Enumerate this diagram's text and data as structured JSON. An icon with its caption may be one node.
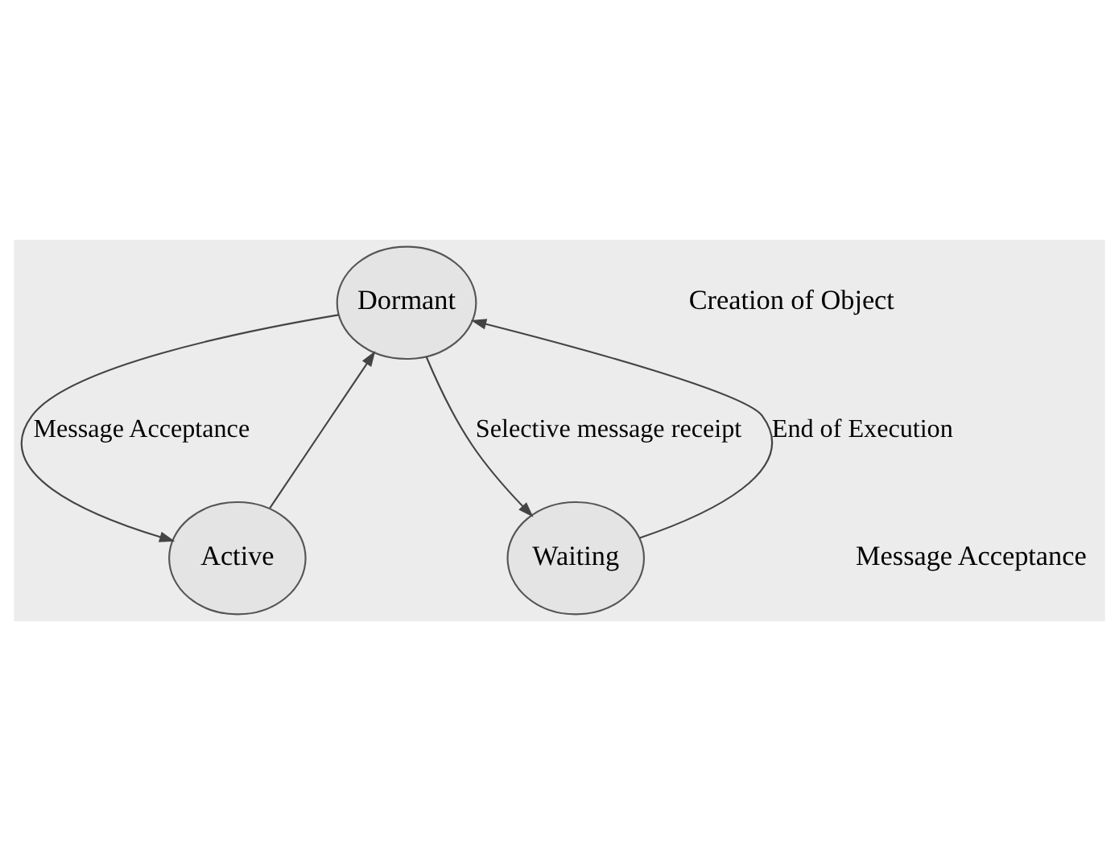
{
  "diagram": {
    "nodes": [
      {
        "text": [
          "Dormant"
        ]
      },
      {
        "text": [
          "Active"
        ]
      },
      {
        "text": [
          "Waiting"
        ]
      }
    ],
    "edges": [
      {
        "from": 0,
        "to": 1,
        "arrow": "to",
        "label": "Message Acceptance"
      },
      {
        "from": 1,
        "to": 0,
        "arrow": "to"
      },
      {
        "from": 0,
        "to": 2,
        "arrow": "to",
        "label": "Selective message receipt"
      },
      {
        "from": 2,
        "to": 0,
        "arrow": "to",
        "label": "End of Execution"
      }
    ],
    "labels": [
      "Creation of Object",
      "Message Acceptance"
    ]
  }
}
